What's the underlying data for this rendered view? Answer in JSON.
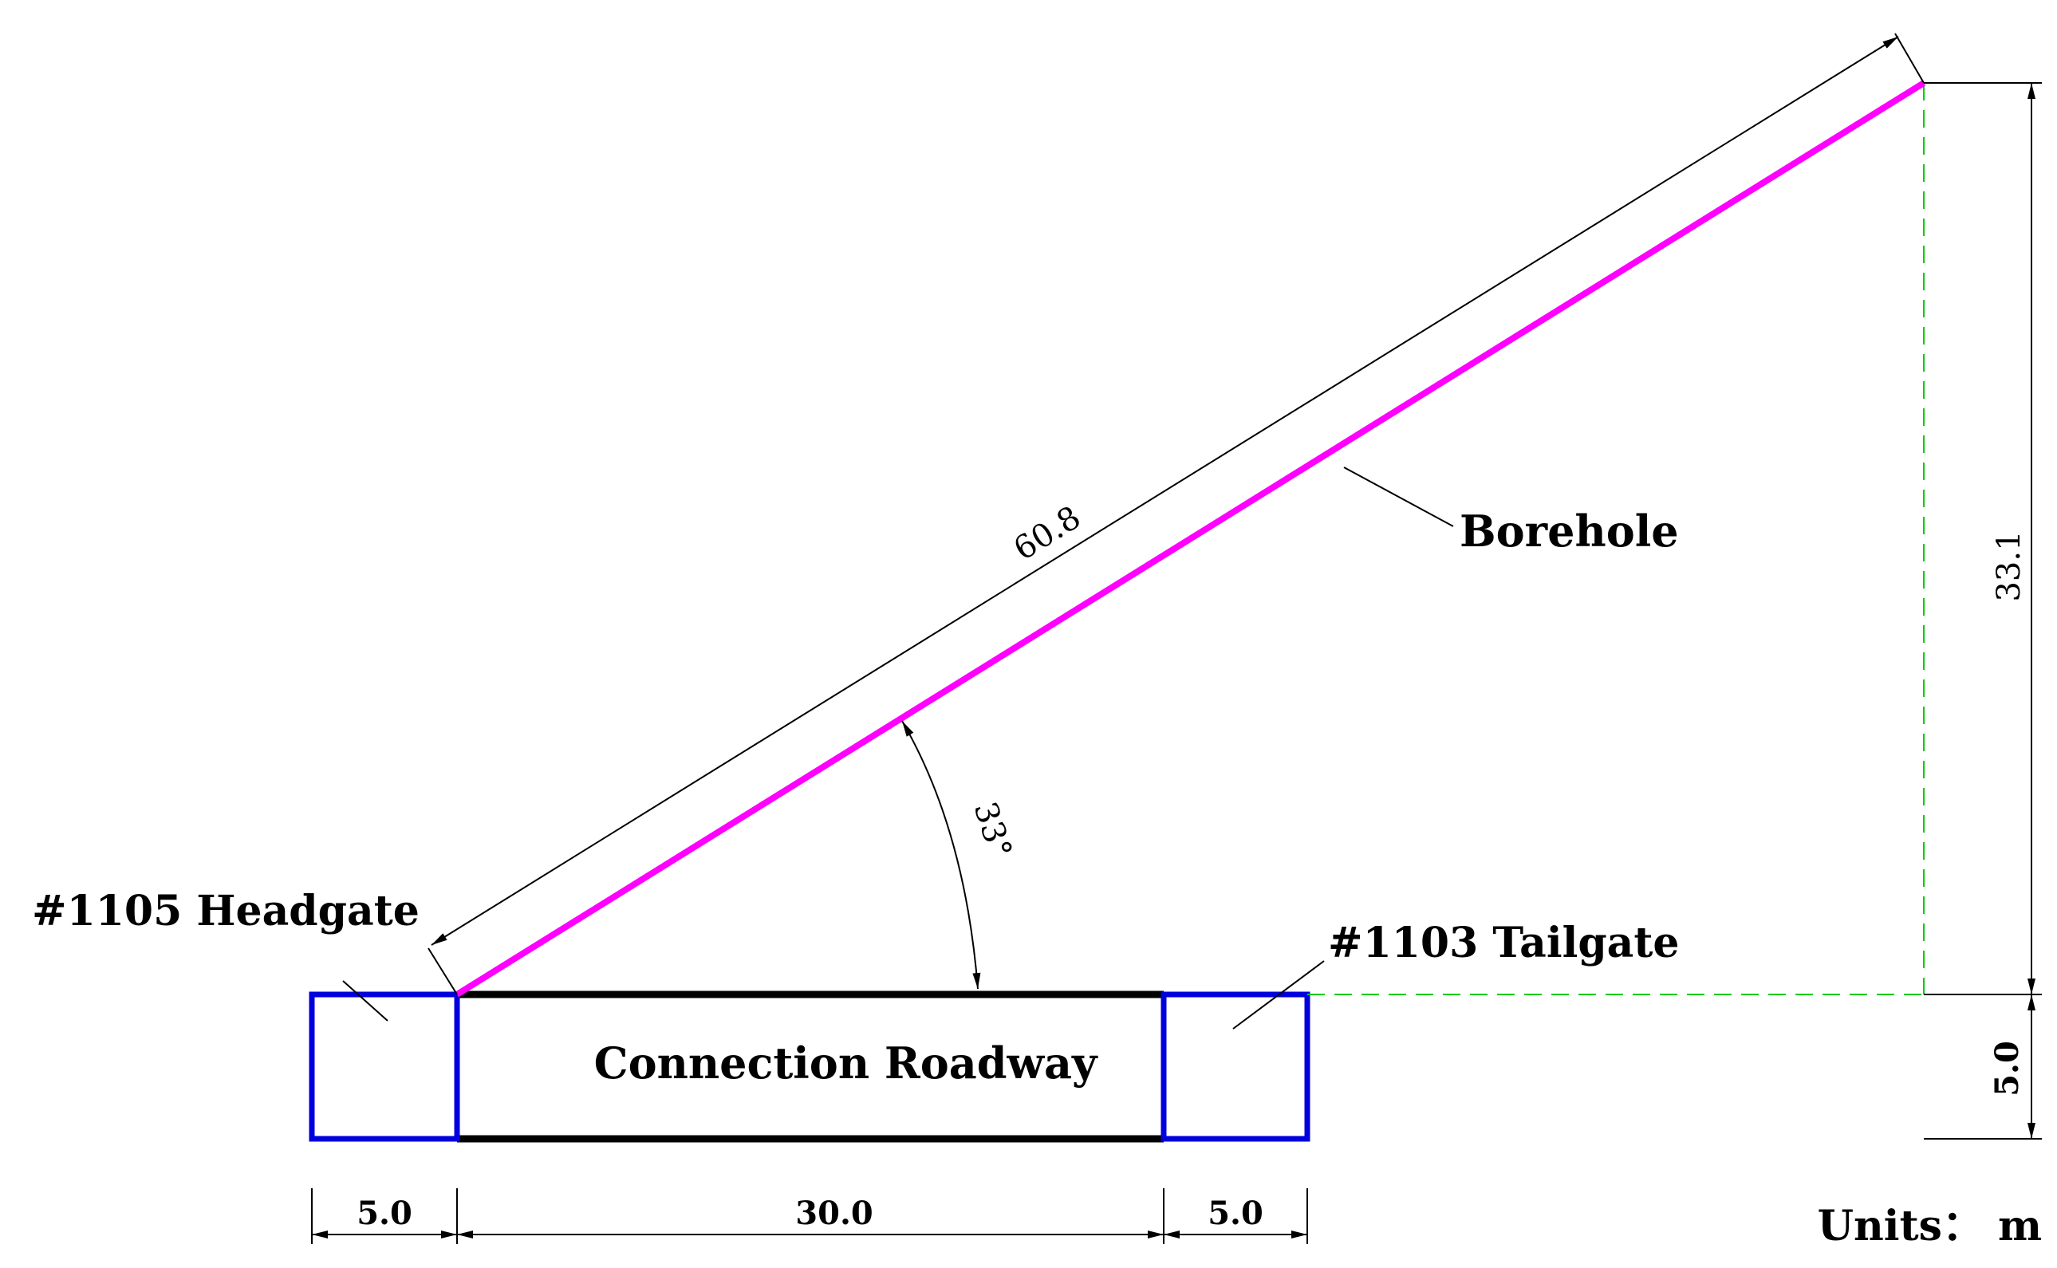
{
  "labels": {
    "headgate": "#1105 Headgate",
    "tailgate": "#1103 Tailgate",
    "connection_roadway": "Connection Roadway",
    "borehole": "Borehole",
    "units": "Units： m"
  },
  "dimensions": {
    "borehole_length": "60.8",
    "angle": "33°",
    "height": "33.1",
    "roadway_height": "5.0",
    "headgate_width": "5.0",
    "connection_width": "30.0",
    "tailgate_width": "5.0"
  },
  "colors": {
    "roadway_outline": "#0000dd",
    "connection_edges": "#000000",
    "borehole": "#ff00ff",
    "construction_line": "#00cc00",
    "dimension_line": "#000000"
  }
}
